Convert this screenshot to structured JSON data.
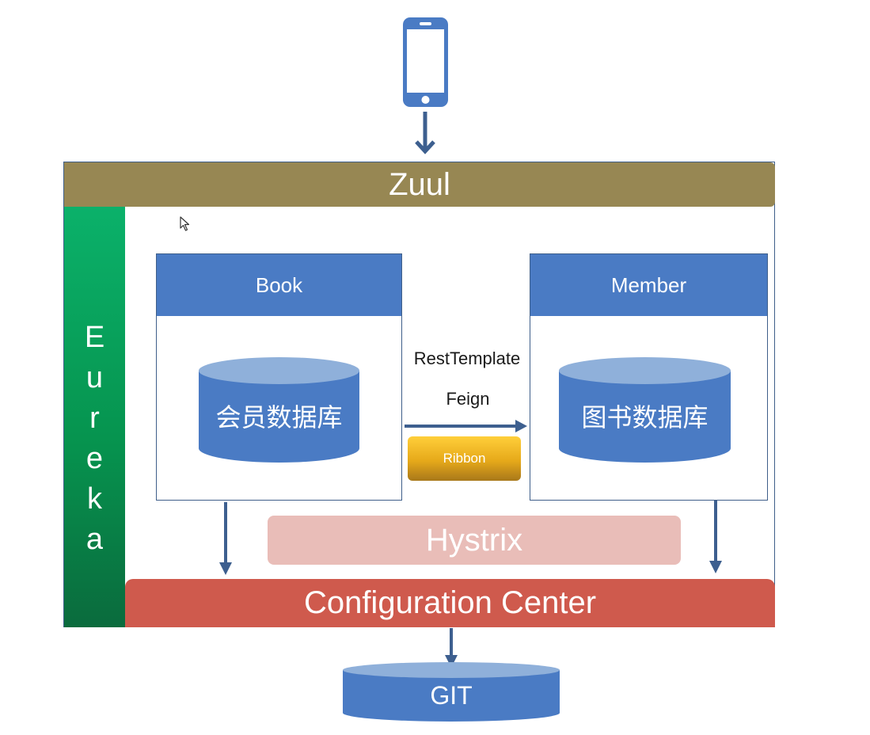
{
  "gateway": {
    "label": "Zuul"
  },
  "registry": {
    "letters": [
      "E",
      "u",
      "r",
      "e",
      "k",
      "a"
    ]
  },
  "services": {
    "book": {
      "title": "Book",
      "database": "会员数据库"
    },
    "member": {
      "title": "Member",
      "database": "图书数据库"
    }
  },
  "communication": {
    "rest_label": "RestTemplate",
    "feign_label": "Feign",
    "load_balancer_label": "Ribbon"
  },
  "circuit_breaker": {
    "label": "Hystrix"
  },
  "config_center": {
    "label": "Configuration Center"
  },
  "repository": {
    "label": "GIT"
  },
  "colors": {
    "zuul": "#978753",
    "eureka": "#07a55c",
    "service_header": "#4a7bc4",
    "database": "#4a7bc4",
    "database_top": "#8fb0da",
    "ribbon": "#f2b829",
    "hystrix": "#e9bdb8",
    "config_center": "#cf5a4d",
    "arrow": "#3d5f8f",
    "phone": "#4a7bc4"
  }
}
